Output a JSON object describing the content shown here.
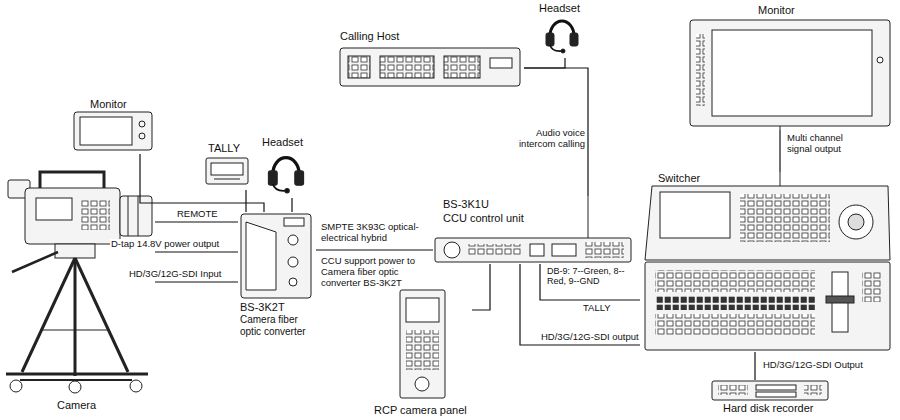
{
  "diagram": {
    "nodes": [
      {
        "text": [
          "Headset"
        ]
      },
      {
        "text": [
          "Calling Host"
        ]
      },
      {
        "text": [
          "Monitor"
        ]
      },
      {
        "text": [
          "Monitor"
        ]
      },
      {
        "text": [
          "TALLY"
        ]
      },
      {
        "text": [
          "Headset"
        ]
      },
      {
        "text": [
          "BS-3K2T",
          "Camera fiber optic converter"
        ]
      },
      {
        "text": [
          "BS-3K1U",
          "CCU control unit"
        ]
      },
      {
        "text": [
          "Switcher"
        ]
      },
      {
        "text": [
          "Camera"
        ]
      },
      {
        "text": [
          "RCP camera panel"
        ]
      },
      {
        "text": [
          "Hard disk recorder"
        ]
      }
    ],
    "edges": [
      {
        "from": 0,
        "to": 1,
        "arrow": "none"
      },
      {
        "from": 1,
        "to": 7,
        "label": "Audio voice intercom calling",
        "arrow": "none"
      },
      {
        "from": 8,
        "to": 2,
        "label": "Multi channel signal output",
        "arrow": "none"
      },
      {
        "from": 3,
        "to": 6,
        "arrow": "none"
      },
      {
        "from": 4,
        "to": 6,
        "arrow": "none"
      },
      {
        "from": 5,
        "to": 6,
        "arrow": "none"
      },
      {
        "from": 9,
        "to": 6,
        "label": "REMOTE",
        "arrow": "none"
      },
      {
        "from": 9,
        "to": 6,
        "label": "D-tap 14.8V power output",
        "arrow": "none"
      },
      {
        "from": 9,
        "to": 6,
        "label": "HD/3G/12G-SDI Input",
        "arrow": "none"
      },
      {
        "from": 6,
        "to": 7,
        "label": "SMPTE 3K93C optical-electrical hybrid",
        "arrow": "none"
      },
      {
        "from": 7,
        "to": 10,
        "arrow": "none"
      },
      {
        "from": 7,
        "to": 8,
        "label": "TALLY",
        "arrow": "none"
      },
      {
        "from": 7,
        "to": 8,
        "label": "HD/3G/12G-SDI output",
        "arrow": "none"
      },
      {
        "from": 8,
        "to": 11,
        "label": "HD/3G/12G-SDI Output",
        "arrow": "none"
      }
    ],
    "labels": [
      "CCU support power to Camera fiber optic converter BS-3K2T",
      "DB-9: 7--Green, 8--Red, 9--GND"
    ]
  }
}
